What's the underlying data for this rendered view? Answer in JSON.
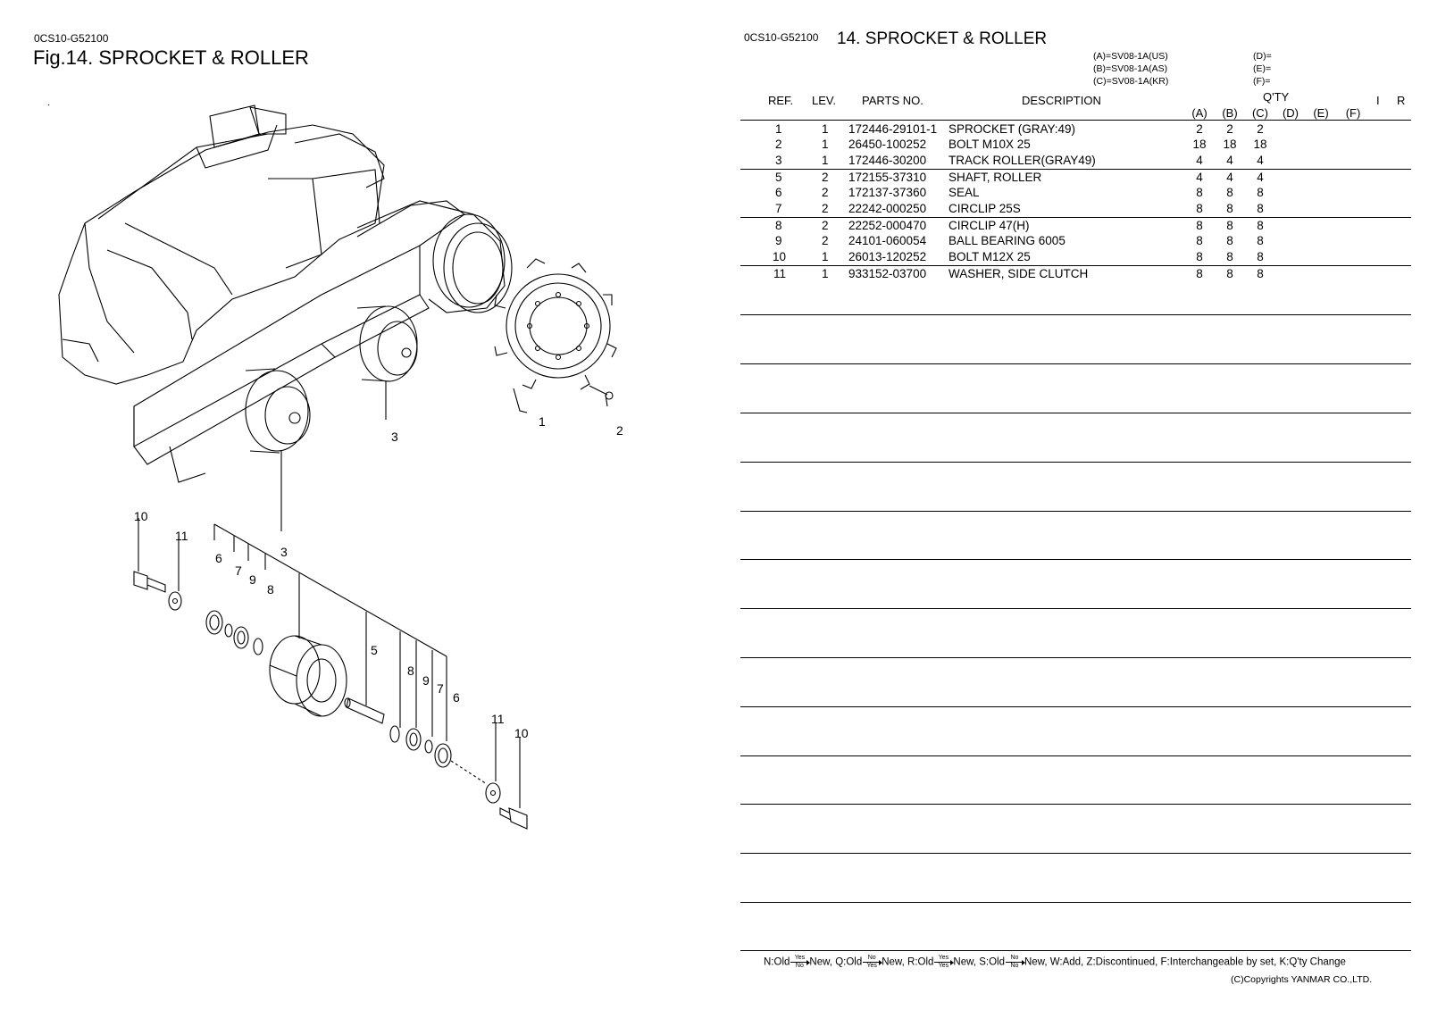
{
  "left": {
    "code": "0CS10-G52100",
    "figure_title": "Fig.14.  SPROCKET & ROLLER",
    "callouts": {
      "c1": "1",
      "c2": "2",
      "c3a": "3",
      "c3b": "3",
      "c10a": "10",
      "c11a": "11",
      "c6a": "6",
      "c7a": "7",
      "c9a": "9",
      "c8a": "8",
      "c5": "5",
      "c8b": "8",
      "c9b": "9",
      "c7b": "7",
      "c6b": "6",
      "c11b": "11",
      "c10b": "10"
    }
  },
  "right": {
    "code": "0CS10-G52100",
    "title": "14.  SPROCKET & ROLLER",
    "models": {
      "a": "(A)=SV08-1A(US)",
      "b": "(B)=SV08-1A(AS)",
      "c": "(C)=SV08-1A(KR)",
      "d": "(D)=",
      "e": "(E)=",
      "f": "(F)="
    },
    "headers": {
      "ref": "REF.",
      "lev": "LEV.",
      "parts_no": "PARTS NO.",
      "description": "DESCRIPTION",
      "qty": "Q'TY",
      "i": "I",
      "r": "R",
      "qa": "(A)",
      "qb": "(B)",
      "qc": "(C)",
      "qd": "(D)",
      "qe": "(E)",
      "qf": "(F)"
    },
    "rows": [
      {
        "ref": "1",
        "lev": "1",
        "part": "172446-29101-1",
        "desc": "SPROCKET    (GRAY:49)",
        "a": "2",
        "b": "2",
        "c": "2"
      },
      {
        "ref": "2",
        "lev": "1",
        "part": "26450-100252",
        "desc": "BOLT M10X 25",
        "a": "18",
        "b": "18",
        "c": "18"
      },
      {
        "ref": "3",
        "lev": "1",
        "part": "172446-30200",
        "desc": "TRACK ROLLER(GRAY49)",
        "a": "4",
        "b": "4",
        "c": "4"
      },
      {
        "ref": "5",
        "lev": "2",
        "part": "172155-37310",
        "desc": "SHAFT, ROLLER",
        "a": "4",
        "b": "4",
        "c": "4"
      },
      {
        "ref": "6",
        "lev": "2",
        "part": "172137-37360",
        "desc": "SEAL",
        "a": "8",
        "b": "8",
        "c": "8"
      },
      {
        "ref": "7",
        "lev": "2",
        "part": "22242-000250",
        "desc": "CIRCLIP 25S",
        "a": "8",
        "b": "8",
        "c": "8"
      },
      {
        "ref": "8",
        "lev": "2",
        "part": "22252-000470",
        "desc": "CIRCLIP 47(H)",
        "a": "8",
        "b": "8",
        "c": "8"
      },
      {
        "ref": "9",
        "lev": "2",
        "part": "24101-060054",
        "desc": "BALL BEARING 6005",
        "a": "8",
        "b": "8",
        "c": "8"
      },
      {
        "ref": "10",
        "lev": "1",
        "part": "26013-120252",
        "desc": "BOLT M12X 25",
        "a": "8",
        "b": "8",
        "c": "8"
      },
      {
        "ref": "11",
        "lev": "1",
        "part": "933152-03700",
        "desc": "WASHER, SIDE CLUTCH",
        "a": "8",
        "b": "8",
        "c": "8"
      }
    ],
    "legend": {
      "n_old": "N:Old",
      "new1": "New,",
      "q_old": "Q:Old",
      "new2": "New,",
      "r_old": "R:Old",
      "new3": "New,",
      "s_old": "S:Old",
      "rest": "New, W:Add, Z:Discontinued, F:Interchangeable by set, K:Q'ty Change",
      "yes": "Yes",
      "no": "No"
    },
    "copyright": "(C)Copyrights YANMAR CO.,LTD."
  }
}
